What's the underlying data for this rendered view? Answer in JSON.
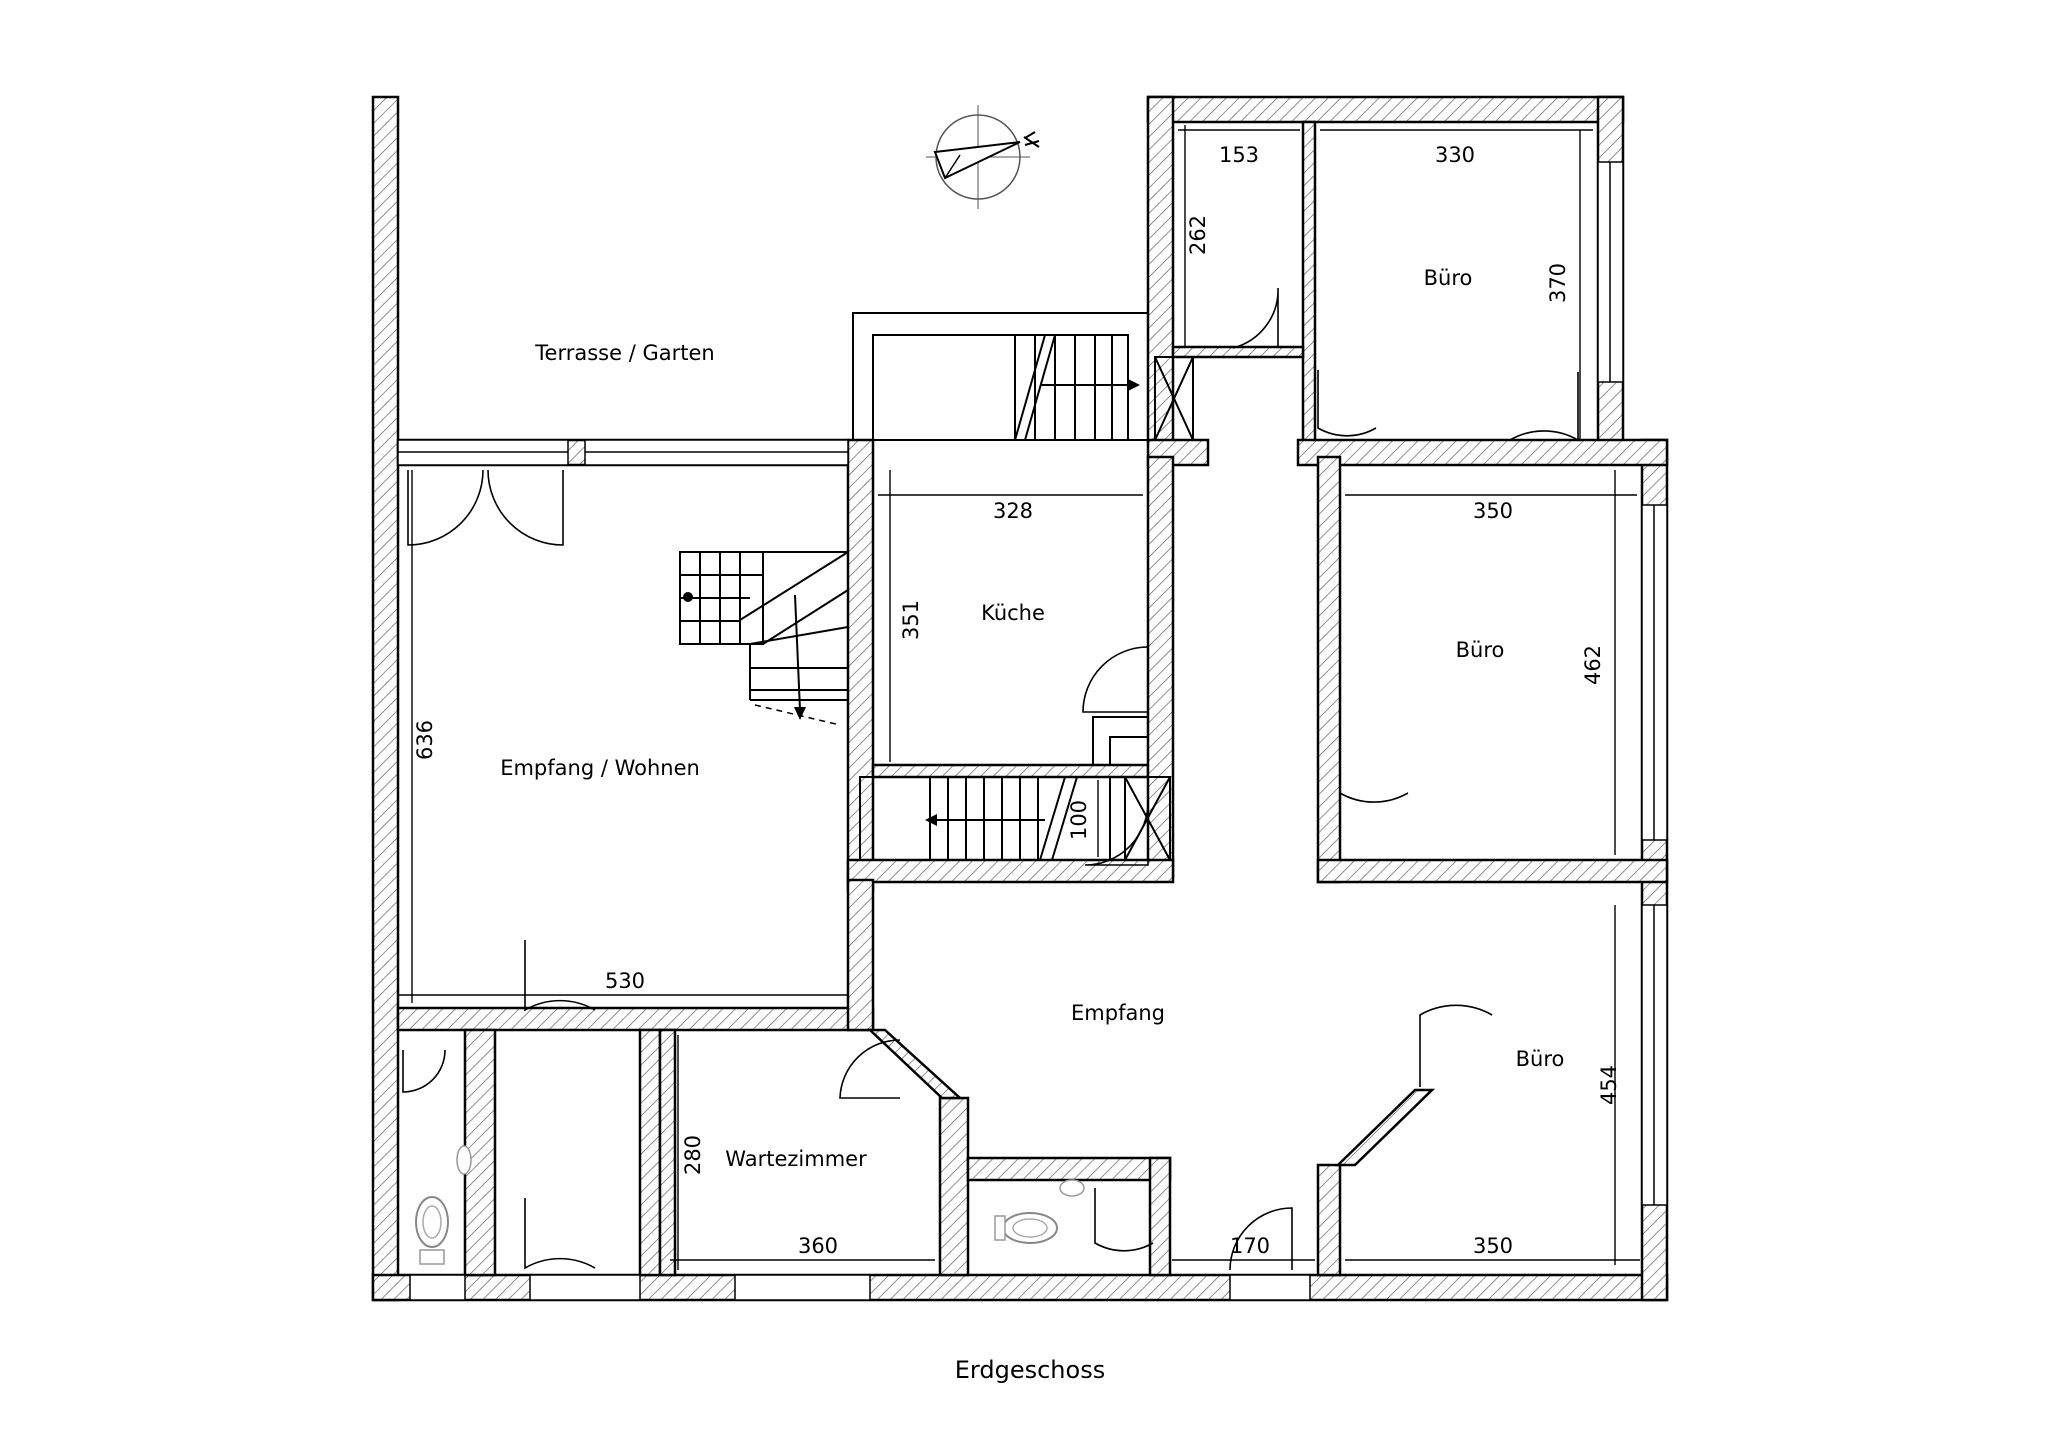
{
  "plan": {
    "title": "Erdgeschoss",
    "rooms": [
      {
        "label": "Terrasse / Garten"
      },
      {
        "label": "Küche"
      },
      {
        "label": "Büro"
      },
      {
        "label": "Büro"
      },
      {
        "label": "Empfang / Wohnen"
      },
      {
        "label": "Empfang"
      },
      {
        "label": "Büro"
      },
      {
        "label": "Wartezimmer"
      }
    ],
    "dimensions": [
      "153",
      "330",
      "262",
      "370",
      "328",
      "350",
      "351",
      "462",
      "636",
      "100",
      "530",
      "280",
      "454",
      "360",
      "170",
      "350"
    ]
  }
}
